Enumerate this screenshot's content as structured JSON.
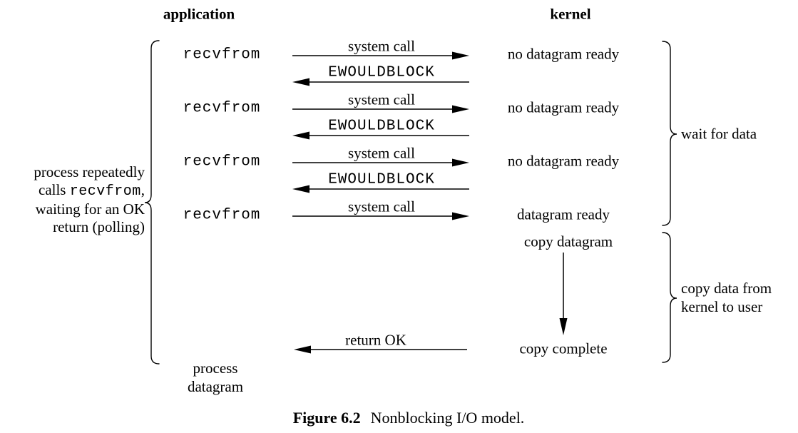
{
  "headers": {
    "application": "application",
    "kernel": "kernel"
  },
  "left_note": {
    "line1": "process repeatedly",
    "line2_prefix": "calls ",
    "line2_code": "recvfrom",
    "line2_suffix": ",",
    "line3": "waiting for an OK",
    "line4": "return (polling)"
  },
  "rows": [
    {
      "app_label": "recvfrom",
      "call_label": "system call",
      "kernel_state": "no datagram ready",
      "return_label": "EWOULDBLOCK"
    },
    {
      "app_label": "recvfrom",
      "call_label": "system call",
      "kernel_state": "no datagram ready",
      "return_label": "EWOULDBLOCK"
    },
    {
      "app_label": "recvfrom",
      "call_label": "system call",
      "kernel_state": "no datagram ready",
      "return_label": "EWOULDBLOCK"
    },
    {
      "app_label": "recvfrom",
      "call_label": "system call",
      "kernel_state": "datagram ready"
    }
  ],
  "copy_phase": {
    "start_label": "copy datagram",
    "end_label": "copy complete",
    "return_label": "return OK"
  },
  "bottom_note": {
    "line1": "process",
    "line2": "datagram"
  },
  "brace_labels": {
    "wait": "wait for data",
    "copy_line1": "copy data from",
    "copy_line2": "kernel to user"
  },
  "caption": {
    "label": "Figure 6.2",
    "text": "Nonblocking I/O model."
  },
  "colors": {
    "ink": "#000000",
    "background": "#ffffff"
  }
}
